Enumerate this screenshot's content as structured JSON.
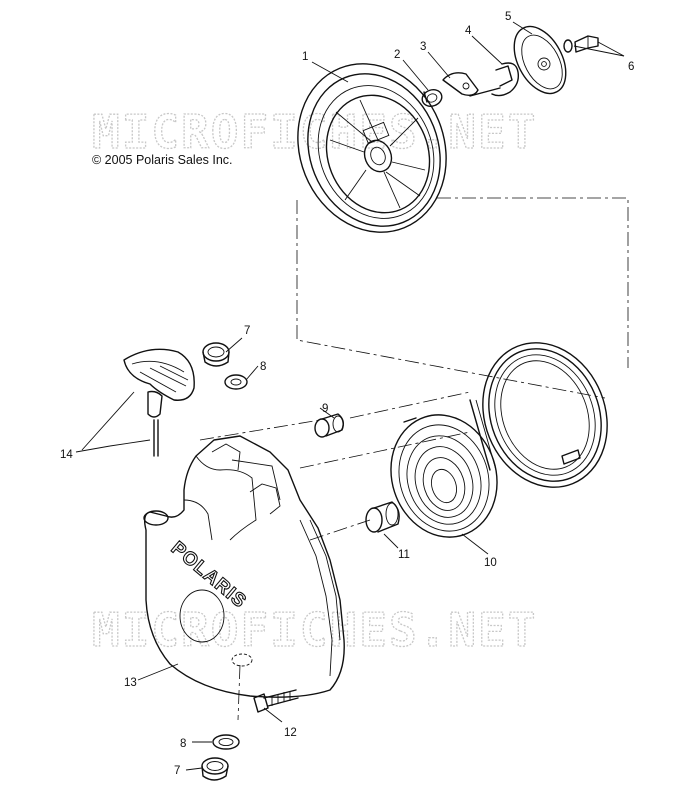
{
  "watermark": {
    "text": "MICROFICHES.NET"
  },
  "copyright": "© 2005 Polaris Sales Inc.",
  "brand_label": "POLARIS",
  "callouts": [
    {
      "id": "1",
      "label": "1"
    },
    {
      "id": "2",
      "label": "2"
    },
    {
      "id": "3",
      "label": "3"
    },
    {
      "id": "4",
      "label": "4"
    },
    {
      "id": "5",
      "label": "5"
    },
    {
      "id": "6",
      "label": "6"
    },
    {
      "id": "7a",
      "label": "7"
    },
    {
      "id": "8a",
      "label": "8"
    },
    {
      "id": "9",
      "label": "9"
    },
    {
      "id": "10",
      "label": "10"
    },
    {
      "id": "11",
      "label": "11"
    },
    {
      "id": "12",
      "label": "12"
    },
    {
      "id": "13",
      "label": "13"
    },
    {
      "id": "14",
      "label": "14"
    },
    {
      "id": "8b",
      "label": "8"
    },
    {
      "id": "7b",
      "label": "7"
    }
  ]
}
